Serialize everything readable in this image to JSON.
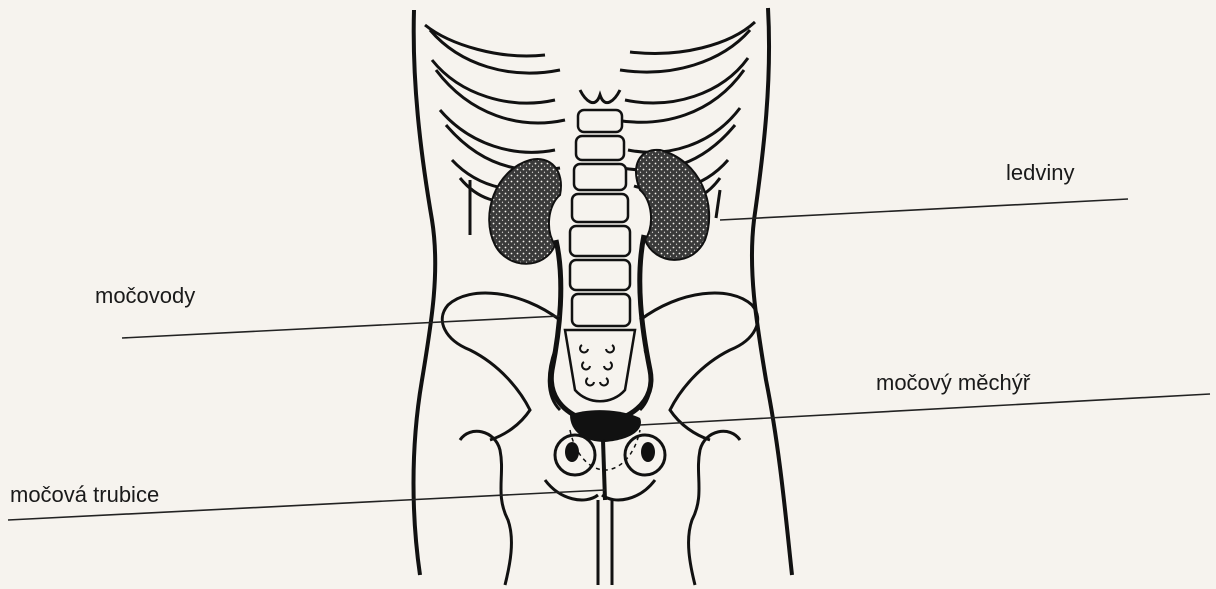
{
  "diagram": {
    "labels": {
      "kidneys": "ledviny",
      "ureters": "močovody",
      "bladder": "močový měchýř",
      "urethra": "močová trubice"
    }
  }
}
